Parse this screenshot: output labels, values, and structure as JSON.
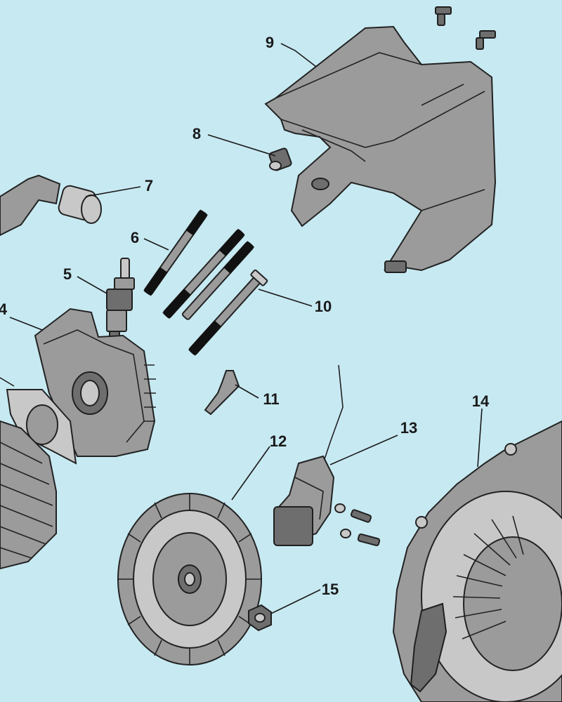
{
  "colors": {
    "background": "#c7e9f2",
    "part": "#9b9b9b",
    "part_dark": "#6e6e6e",
    "outline": "#222222",
    "label": "#1a1a1a"
  },
  "callouts": {
    "c4": "4",
    "c5": "5",
    "c6": "6",
    "c7": "7",
    "c8": "8",
    "c9": "9",
    "c10": "10",
    "c11": "11",
    "c12": "12",
    "c13": "13",
    "c14": "14",
    "c15": "15"
  }
}
